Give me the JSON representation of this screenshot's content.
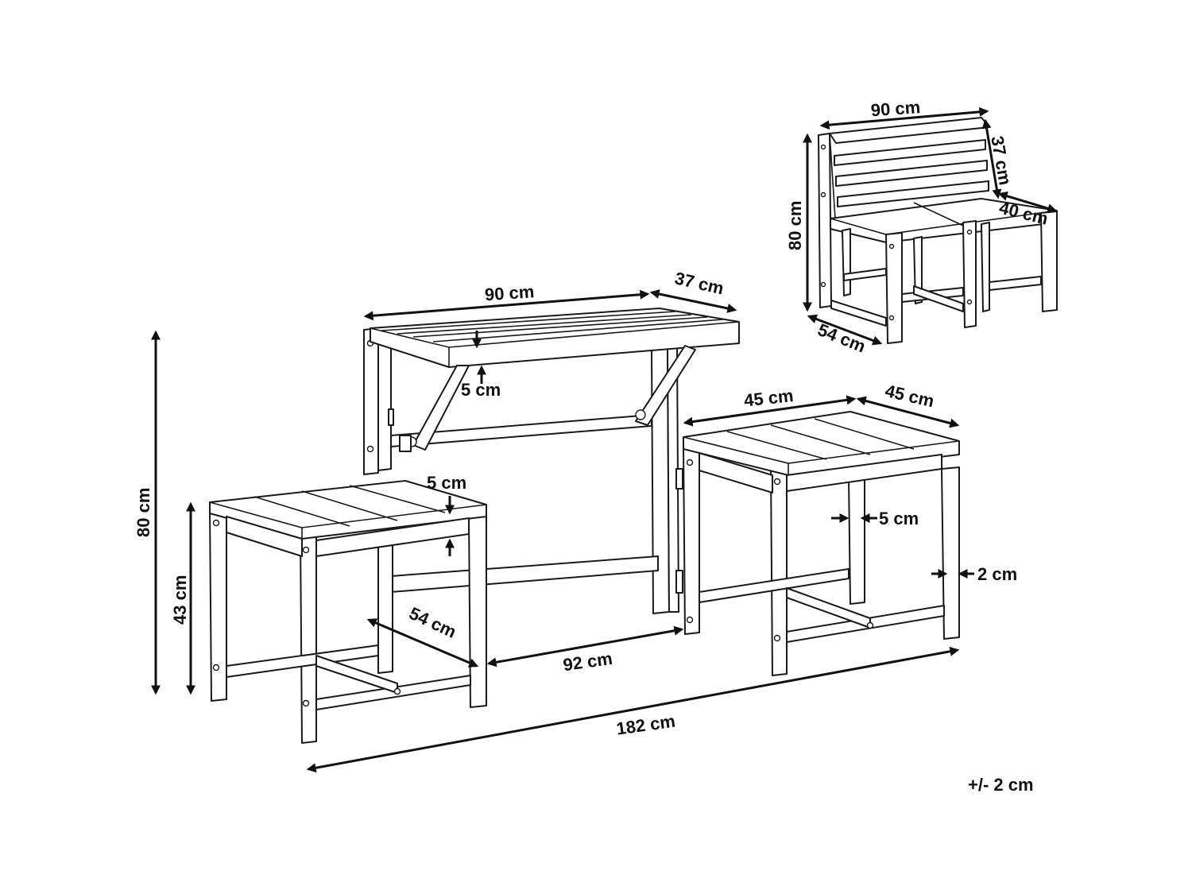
{
  "dimensions": {
    "table_width": "90 cm",
    "table_depth": "37 cm",
    "table_top_thickness": "5 cm",
    "height_total": "80 cm",
    "stool_height": "43 cm",
    "stool_top_thickness": "5 cm",
    "stool_depth": "54 cm",
    "gap_between": "92 cm",
    "overall_length": "182 cm",
    "stool_width": "45 cm",
    "stool_length": "45 cm",
    "leg_thickness": "5 cm",
    "panel_thickness": "2 cm",
    "bench_width": "90 cm",
    "bench_back_height": "37 cm",
    "bench_height": "80 cm",
    "bench_seat_depth": "40 cm",
    "bench_depth": "54 cm"
  },
  "tolerance": "+/- 2 cm",
  "colors": {
    "line": "#1a1a1a",
    "background": "#ffffff"
  }
}
